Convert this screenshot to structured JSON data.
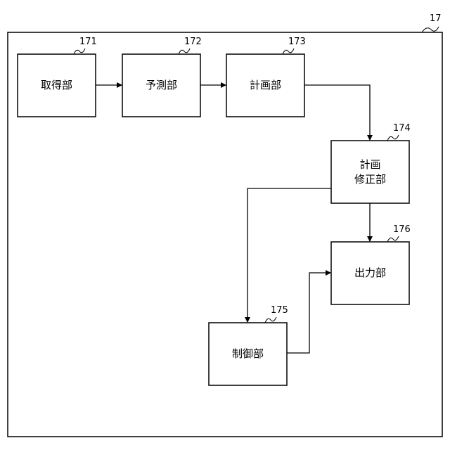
{
  "diagram": {
    "container_ref": "17",
    "blocks": [
      {
        "id": "acquire",
        "ref": "171",
        "lines": [
          "取得部"
        ]
      },
      {
        "id": "predict",
        "ref": "172",
        "lines": [
          "予測部"
        ]
      },
      {
        "id": "plan",
        "ref": "173",
        "lines": [
          "計画部"
        ]
      },
      {
        "id": "plan-correct",
        "ref": "174",
        "lines": [
          "計画",
          "修正部"
        ]
      },
      {
        "id": "control",
        "ref": "175",
        "lines": [
          "制御部"
        ]
      },
      {
        "id": "output",
        "ref": "176",
        "lines": [
          "出力部"
        ]
      }
    ],
    "connections": [
      {
        "from": "acquire",
        "to": "predict"
      },
      {
        "from": "predict",
        "to": "plan"
      },
      {
        "from": "plan",
        "to": "plan-correct"
      },
      {
        "from": "plan-correct",
        "to": "output"
      },
      {
        "from": "plan-correct",
        "to": "control"
      },
      {
        "from": "control",
        "to": "output"
      }
    ]
  }
}
